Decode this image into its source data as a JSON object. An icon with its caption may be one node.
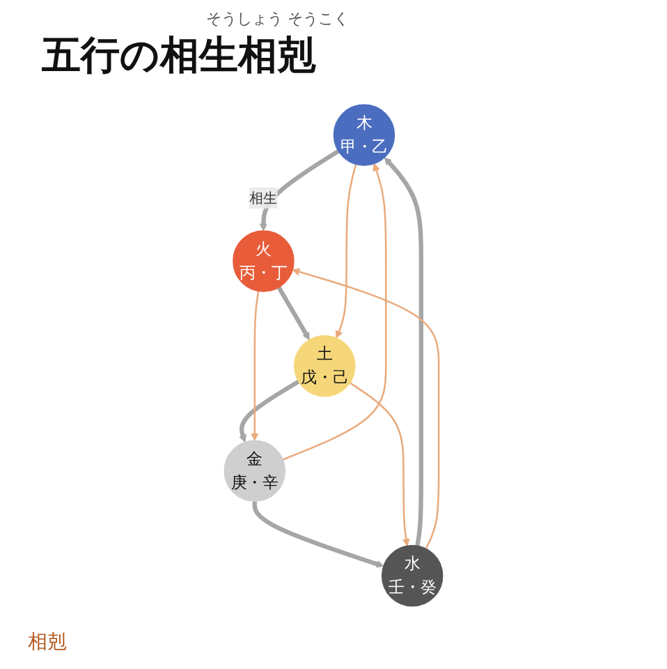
{
  "diagram": {
    "title": "五行の相生相剋",
    "nodes": [
      {
        "text": [
          "木",
          "甲・乙"
        ]
      },
      {
        "text": [
          "火",
          "丙・丁"
        ]
      },
      {
        "text": [
          "土",
          "戊・己"
        ]
      },
      {
        "text": [
          "金",
          "庚・辛"
        ]
      },
      {
        "text": [
          "水",
          "壬・癸"
        ]
      }
    ],
    "edges": [
      {
        "from": 0,
        "to": 1,
        "arrow": "to",
        "label": "相生",
        "style": "thick",
        "color": "#a6a6a6"
      },
      {
        "from": 1,
        "to": 2,
        "arrow": "to",
        "style": "thick",
        "color": "#a6a6a6"
      },
      {
        "from": 2,
        "to": 3,
        "arrow": "to",
        "style": "thick",
        "color": "#a6a6a6"
      },
      {
        "from": 3,
        "to": 4,
        "arrow": "to",
        "style": "thick",
        "color": "#a6a6a6"
      },
      {
        "from": 4,
        "to": 0,
        "arrow": "to",
        "style": "thick",
        "color": "#a6a6a6"
      },
      {
        "from": 0,
        "to": 2,
        "arrow": "to",
        "color": "#eaaa7c"
      },
      {
        "from": 2,
        "to": 4,
        "arrow": "to",
        "color": "#eaaa7c"
      },
      {
        "from": 4,
        "to": 1,
        "arrow": "to",
        "color": "#eaaa7c"
      },
      {
        "from": 1,
        "to": 3,
        "arrow": "to",
        "color": "#eaaa7c"
      },
      {
        "from": 3,
        "to": 0,
        "arrow": "to",
        "color": "#eaaa7c"
      }
    ],
    "labels": [
      "そうしょう そうこく",
      "相剋"
    ]
  }
}
